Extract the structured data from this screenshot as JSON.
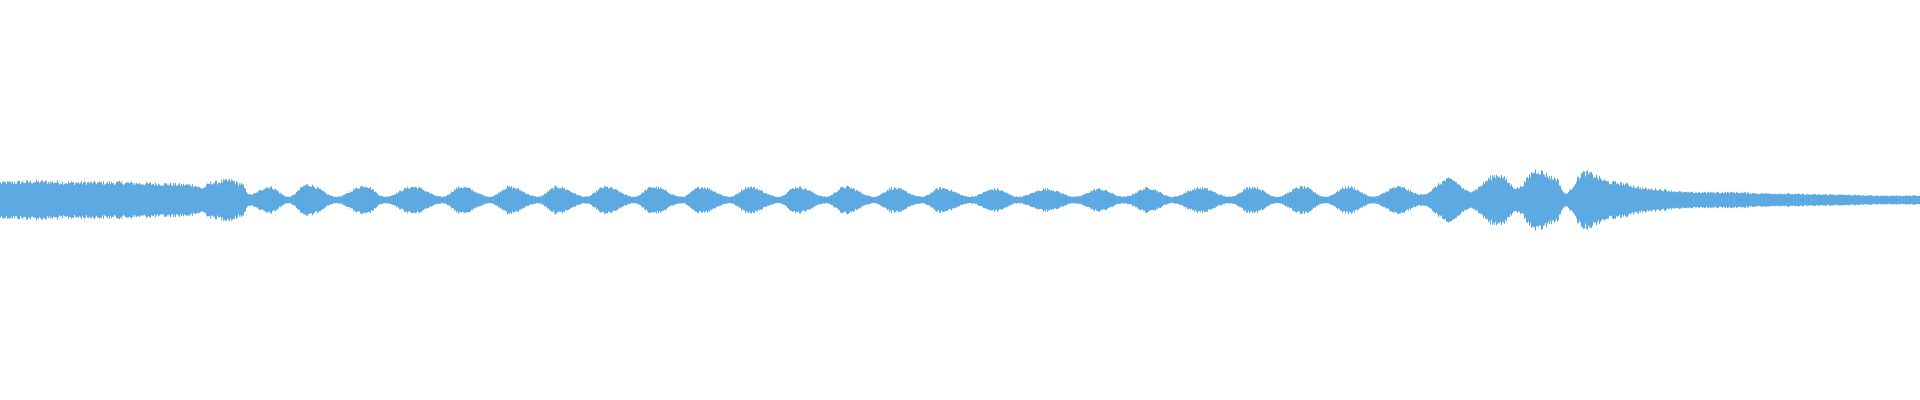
{
  "waveform": {
    "color": "#5DA9E1",
    "background": "#ffffff",
    "envelope": [
      [
        0,
        0.16
      ],
      [
        0.02,
        0.17
      ],
      [
        0.04,
        0.16
      ],
      [
        0.06,
        0.16
      ],
      [
        0.08,
        0.15
      ],
      [
        0.1,
        0.14
      ],
      [
        0.105,
        0.11
      ],
      [
        0.11,
        0.16
      ],
      [
        0.12,
        0.18
      ],
      [
        0.125,
        0.15
      ],
      [
        0.13,
        0.05
      ],
      [
        0.14,
        0.12
      ],
      [
        0.15,
        0.03
      ],
      [
        0.16,
        0.14
      ],
      [
        0.175,
        0.03
      ],
      [
        0.19,
        0.13
      ],
      [
        0.2,
        0.03
      ],
      [
        0.215,
        0.12
      ],
      [
        0.23,
        0.03
      ],
      [
        0.24,
        0.12
      ],
      [
        0.255,
        0.03
      ],
      [
        0.265,
        0.12
      ],
      [
        0.28,
        0.03
      ],
      [
        0.29,
        0.12
      ],
      [
        0.305,
        0.03
      ],
      [
        0.315,
        0.12
      ],
      [
        0.33,
        0.03
      ],
      [
        0.34,
        0.12
      ],
      [
        0.355,
        0.03
      ],
      [
        0.365,
        0.12
      ],
      [
        0.38,
        0.03
      ],
      [
        0.39,
        0.12
      ],
      [
        0.405,
        0.03
      ],
      [
        0.415,
        0.12
      ],
      [
        0.43,
        0.03
      ],
      [
        0.44,
        0.12
      ],
      [
        0.455,
        0.03
      ],
      [
        0.465,
        0.11
      ],
      [
        0.48,
        0.03
      ],
      [
        0.49,
        0.11
      ],
      [
        0.505,
        0.03
      ],
      [
        0.518,
        0.1
      ],
      [
        0.53,
        0.03
      ],
      [
        0.545,
        0.1
      ],
      [
        0.56,
        0.03
      ],
      [
        0.572,
        0.1
      ],
      [
        0.585,
        0.03
      ],
      [
        0.598,
        0.11
      ],
      [
        0.61,
        0.03
      ],
      [
        0.625,
        0.11
      ],
      [
        0.64,
        0.03
      ],
      [
        0.652,
        0.12
      ],
      [
        0.665,
        0.03
      ],
      [
        0.678,
        0.12
      ],
      [
        0.69,
        0.03
      ],
      [
        0.702,
        0.12
      ],
      [
        0.715,
        0.03
      ],
      [
        0.728,
        0.12
      ],
      [
        0.74,
        0.05
      ],
      [
        0.755,
        0.19
      ],
      [
        0.765,
        0.08
      ],
      [
        0.78,
        0.23
      ],
      [
        0.79,
        0.11
      ],
      [
        0.8,
        0.27
      ],
      [
        0.81,
        0.2
      ],
      [
        0.815,
        0.06
      ],
      [
        0.825,
        0.25
      ],
      [
        0.84,
        0.16
      ],
      [
        0.86,
        0.1
      ],
      [
        0.88,
        0.07
      ],
      [
        0.9,
        0.07
      ],
      [
        0.92,
        0.06
      ],
      [
        0.95,
        0.05
      ],
      [
        0.98,
        0.04
      ],
      [
        1.0,
        0.04
      ]
    ]
  }
}
